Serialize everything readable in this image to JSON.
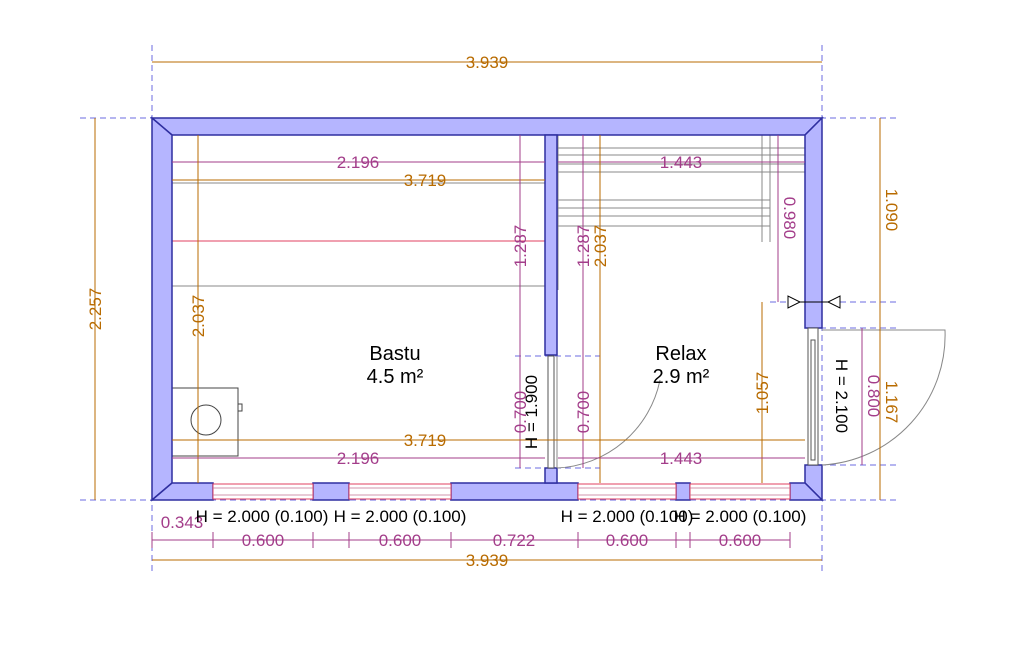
{
  "rooms": {
    "bastu": {
      "name": "Bastu",
      "area": "4.5 m²"
    },
    "relax": {
      "name": "Relax",
      "area": "2.9 m²"
    }
  },
  "dimensions": {
    "overall_width_top": "3.939",
    "overall_width_bottom": "3.939",
    "overall_height_left": "2.257",
    "bastu_bench_width": "2.196",
    "bastu_inner_width_upper": "3.719",
    "bastu_bench_depth": "1.287",
    "bastu_height_left": "2.037",
    "relax_bench_width": "1.443",
    "relax_bench_depth": "1.287",
    "relax_height": "2.037",
    "relax_bench_side": "0.980",
    "right_upper": "1.090",
    "inner_width_lower": "3.719",
    "bastu_lower_width": "2.196",
    "relax_lower_width": "1.443",
    "door_left_width": "0.700",
    "door_right_width": "0.700",
    "relax_lower_right": "1.057",
    "ext_door_width": "0.800",
    "right_lower": "1.167",
    "seg_a": "0.343",
    "seg_b": "0.600",
    "seg_c": "0.600",
    "seg_d": "0.722",
    "seg_e": "0.600",
    "seg_f": "0.600"
  },
  "labels": {
    "inner_door_height": "H = 1.900",
    "ext_door_height": "H = 2.100",
    "win1": "H = 2.000 (0.100)",
    "win2": "H = 2.000 (0.100)",
    "win3": "H = 2.000 (0.100)",
    "win4": "H = 2.000 (0.100)"
  },
  "colors": {
    "wall_fill": "#b5b5ff",
    "wall_stroke": "#2f2fa0",
    "dim_orange": "#b86b00",
    "dim_purple": "#a33d8a",
    "guide_blue": "#6b6be0",
    "bench_red": "#e04060"
  }
}
